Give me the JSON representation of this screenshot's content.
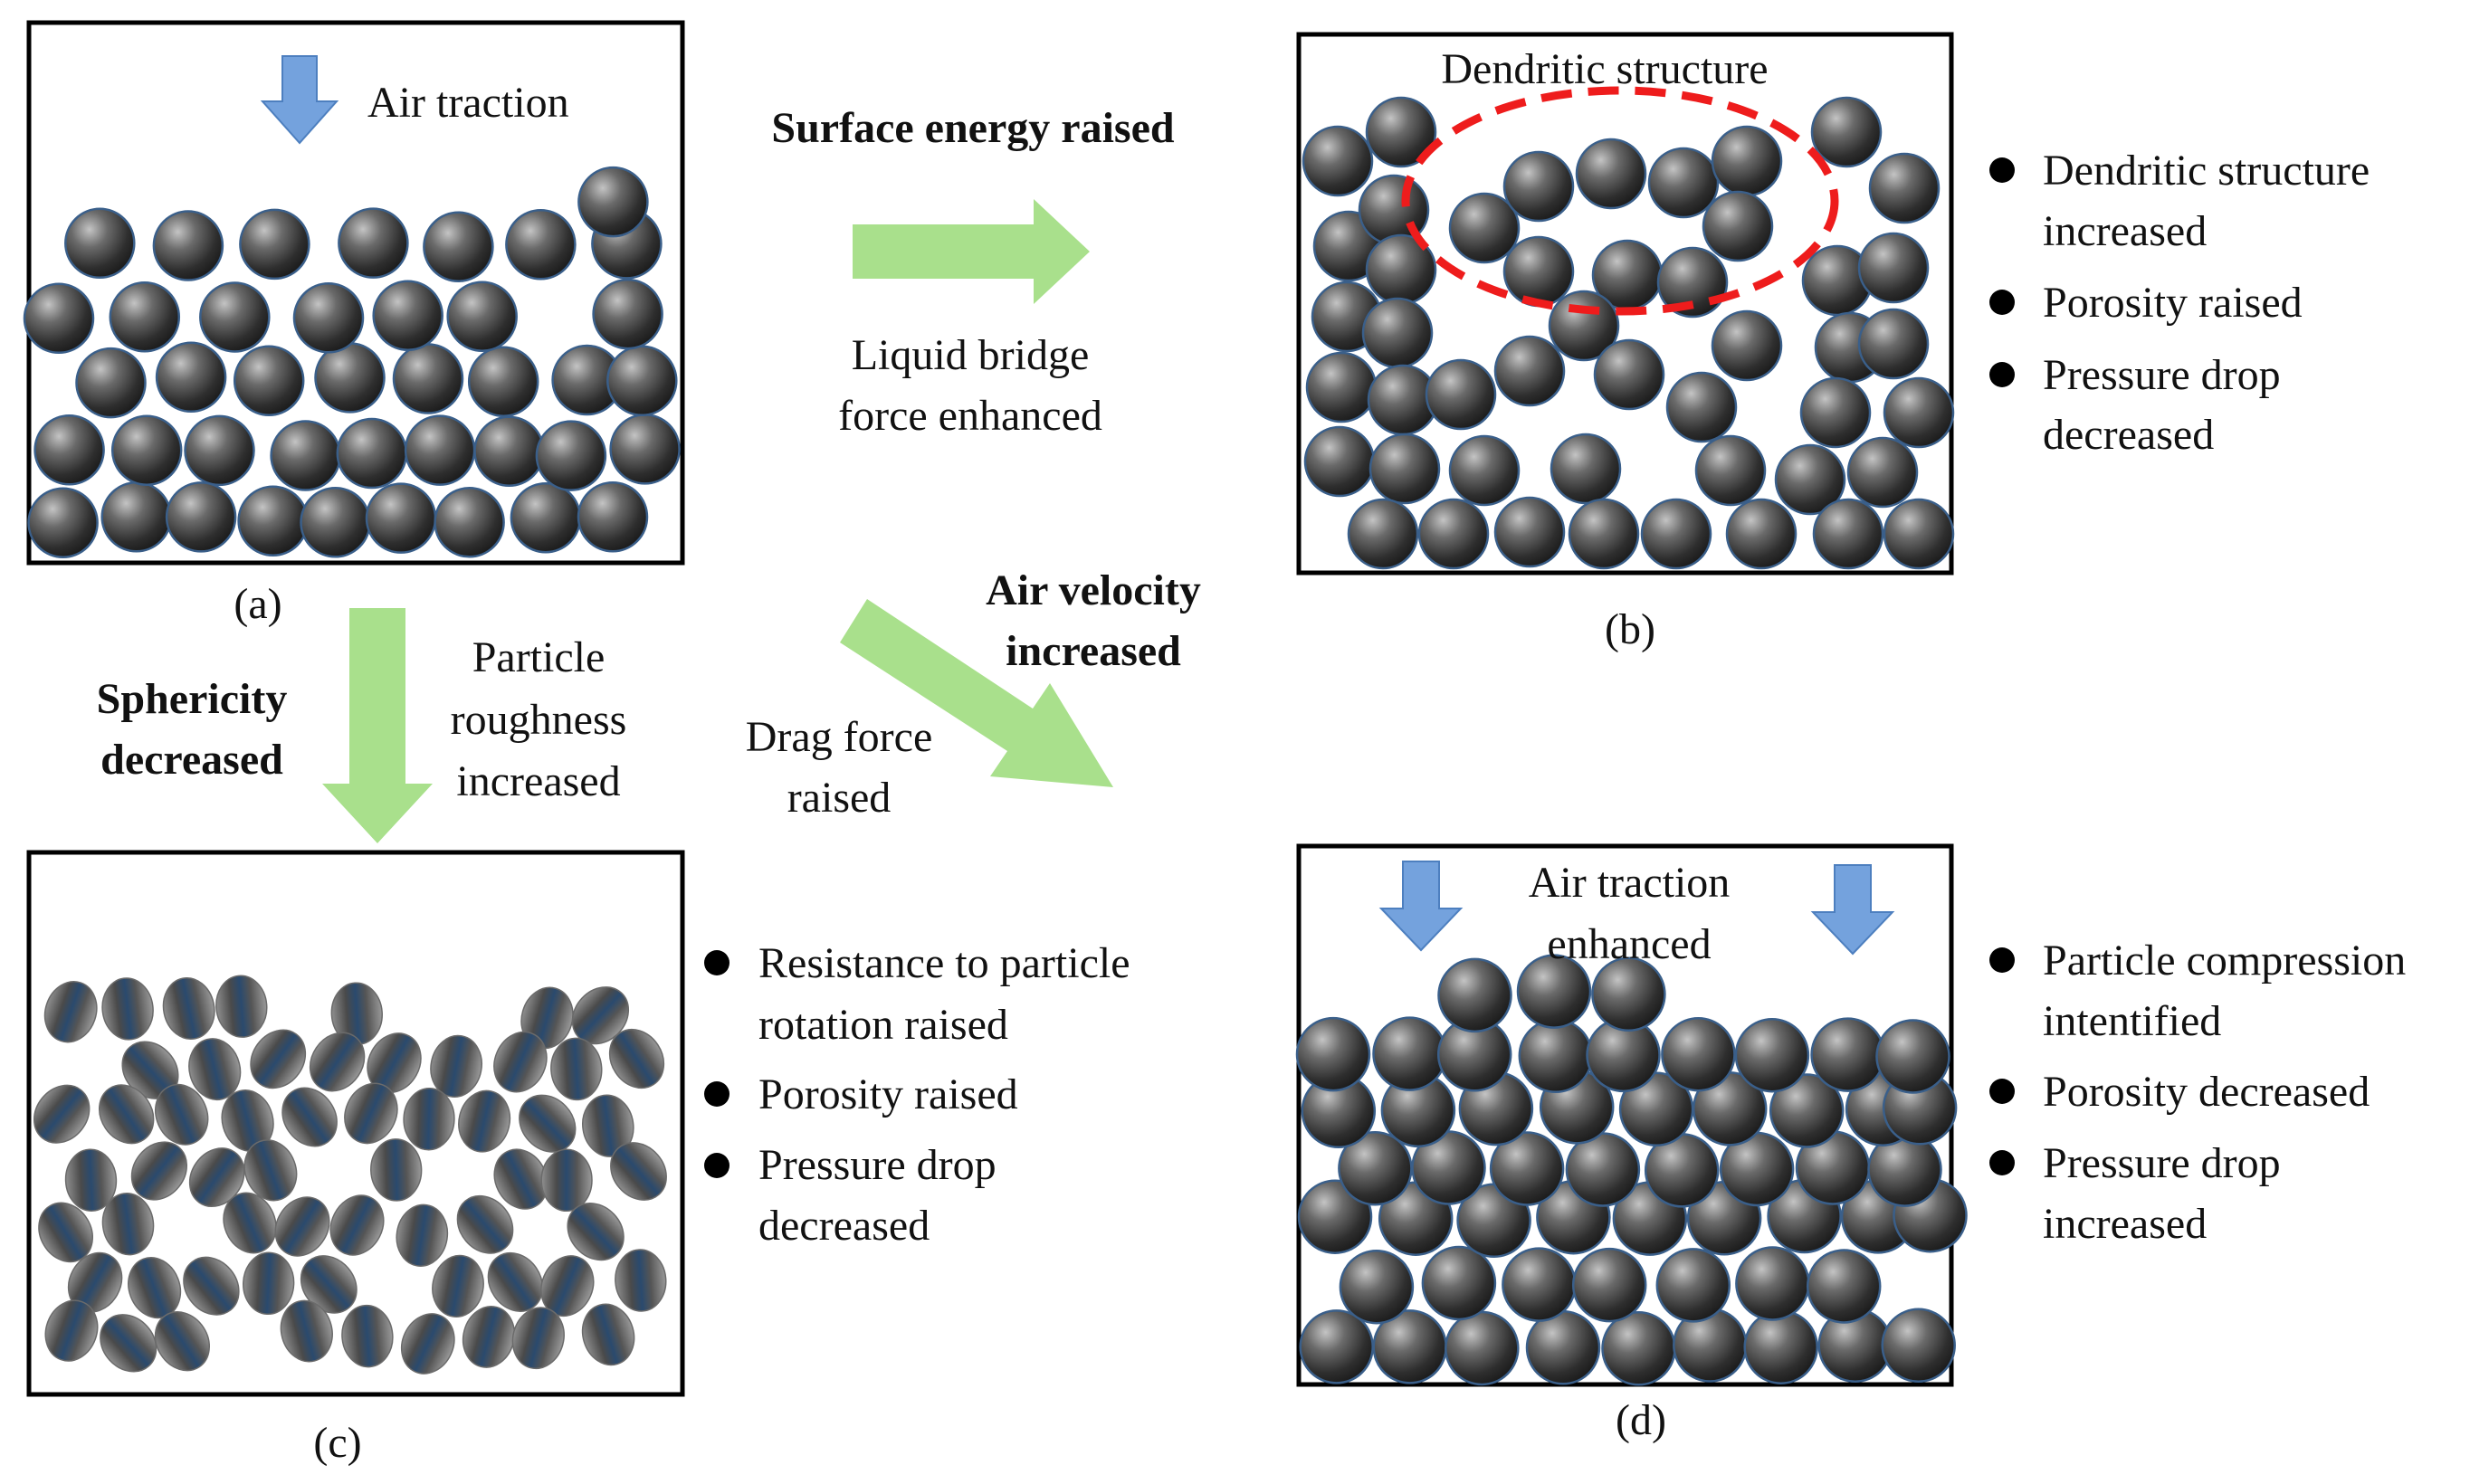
{
  "colors": {
    "particle_dark": "#2d2d2d",
    "particle_light": "#b9b9b9",
    "particle_outline": "#3a5f8a",
    "green_arrow": "#a9e08c",
    "blue_arrow": "#74a2dd",
    "red_ellipse": "#ee1c1c"
  },
  "icons": [
    "blue-down-arrow-icon",
    "green-arrow-icon",
    "bullet-icon",
    "sphere-particle-icon",
    "rough-particle-icon",
    "red-dashed-ellipse"
  ],
  "panel_a": {
    "caption": "(a)",
    "air_label": "Air traction"
  },
  "panel_b": {
    "caption": "(b)",
    "structure_label": "Dendritic structure",
    "bullets": [
      {
        "lines": [
          "Dendritic structure",
          "increased"
        ]
      },
      {
        "lines": [
          "Porosity raised"
        ]
      },
      {
        "lines": [
          "Pressure drop",
          "decreased"
        ]
      }
    ]
  },
  "panel_c": {
    "caption": "(c)",
    "bullets": [
      {
        "lines": [
          "Resistance to particle",
          "rotation raised"
        ]
      },
      {
        "lines": [
          "Porosity raised"
        ]
      },
      {
        "lines": [
          "Pressure drop",
          "decreased"
        ]
      }
    ]
  },
  "panel_d": {
    "caption": "(d)",
    "air_label": [
      "Air traction",
      "enhanced"
    ],
    "bullets": [
      {
        "lines": [
          "Particle compression",
          "intentified"
        ]
      },
      {
        "lines": [
          "Porosity decreased"
        ]
      },
      {
        "lines": [
          "Pressure drop",
          "increased"
        ]
      }
    ]
  },
  "arrow_ab": {
    "title": "Surface energy raised",
    "subtitle": [
      "Liquid bridge",
      "force enhanced"
    ]
  },
  "arrow_ac": {
    "title": [
      "Sphericity",
      "decreased"
    ],
    "subtitle": [
      "Particle",
      "roughness",
      "increased"
    ]
  },
  "arrow_ad": {
    "title": [
      "Air velocity",
      "increased"
    ],
    "subtitle": [
      "Drag force",
      "raised"
    ]
  }
}
